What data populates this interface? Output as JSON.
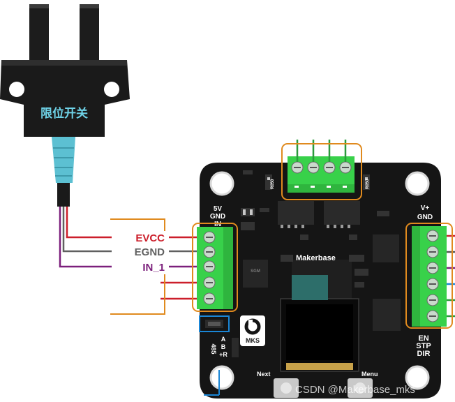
{
  "sensor": {
    "label": "限位开关"
  },
  "wires": [
    {
      "label": "EVCC",
      "color": "#cc1f2b"
    },
    {
      "label": "EGND",
      "color": "#606060"
    },
    {
      "label": "IN_1",
      "color": "#7b1f7b"
    }
  ],
  "board": {
    "left_header": [
      "5V",
      "GND",
      "IN"
    ],
    "right_header": [
      "V+",
      "GND"
    ],
    "right_bottom": [
      "EN",
      "STP",
      "DIR"
    ],
    "bus": [
      "A",
      "B",
      "+R"
    ],
    "bus_id": "485",
    "logo": "MKS",
    "brand": "Makerbase",
    "buttons": [
      "Next",
      "Menu"
    ],
    "chip_marks": [
      "R050",
      "R050"
    ]
  },
  "watermark": "CSDN @Makerbase_mks",
  "colors": {
    "terminal": "#38d14a",
    "highlight": "#e08a1e",
    "pcb": "#151515",
    "wire_blue": "#1a86d6",
    "wire_green": "#2b9b3c"
  }
}
